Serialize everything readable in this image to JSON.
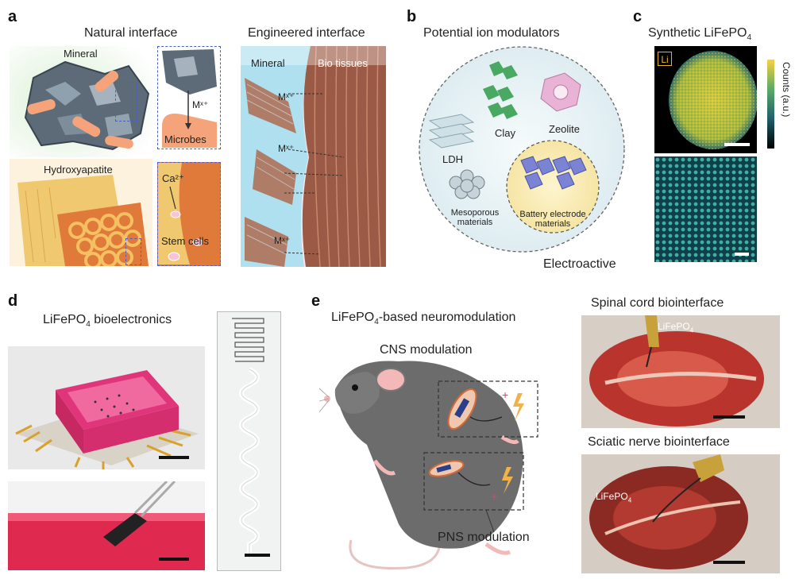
{
  "panels": {
    "a": {
      "label": "a",
      "natural_title": "Natural interface",
      "engineered_title": "Engineered interface",
      "mineral": "Mineral",
      "mx": "Mˣ⁺",
      "microbes": "Microbes",
      "hydroxyapatite": "Hydroxyapatite",
      "ca": "Ca²⁺",
      "stem_cells": "Stem cells",
      "eng_mineral": "Mineral",
      "bio_tissues": "Bio tissues",
      "eng_mx": "Mˣ⁺"
    },
    "b": {
      "label": "b",
      "title": "Potential ion modulators",
      "clay": "Clay",
      "zeolite": "Zeolite",
      "ldh": "LDH",
      "mesoporous_1": "Mesoporous",
      "mesoporous_2": "materials",
      "battery_1": "Battery electrode",
      "battery_2": "materials",
      "electroactive": "Electroactive"
    },
    "c": {
      "label": "c",
      "title_base": "Synthetic LiFePO",
      "title_sub": "4",
      "li": "Li",
      "colorbar_label": "Counts (a.u.)"
    },
    "d": {
      "label": "d",
      "title_base": "LiFePO",
      "title_sub": "4",
      "title_rest": " bioelectronics"
    },
    "e": {
      "label": "e",
      "title_base": "LiFePO",
      "title_sub": "4",
      "title_rest": "-based neuromodulation",
      "cns": "CNS modulation",
      "pns": "PNS modulation",
      "spinal": "Spinal cord biointerface",
      "sciatic": "Sciatic nerve biointerface",
      "lfp_base": "LiFePO",
      "lfp_sub": "4",
      "plus": "+"
    }
  }
}
